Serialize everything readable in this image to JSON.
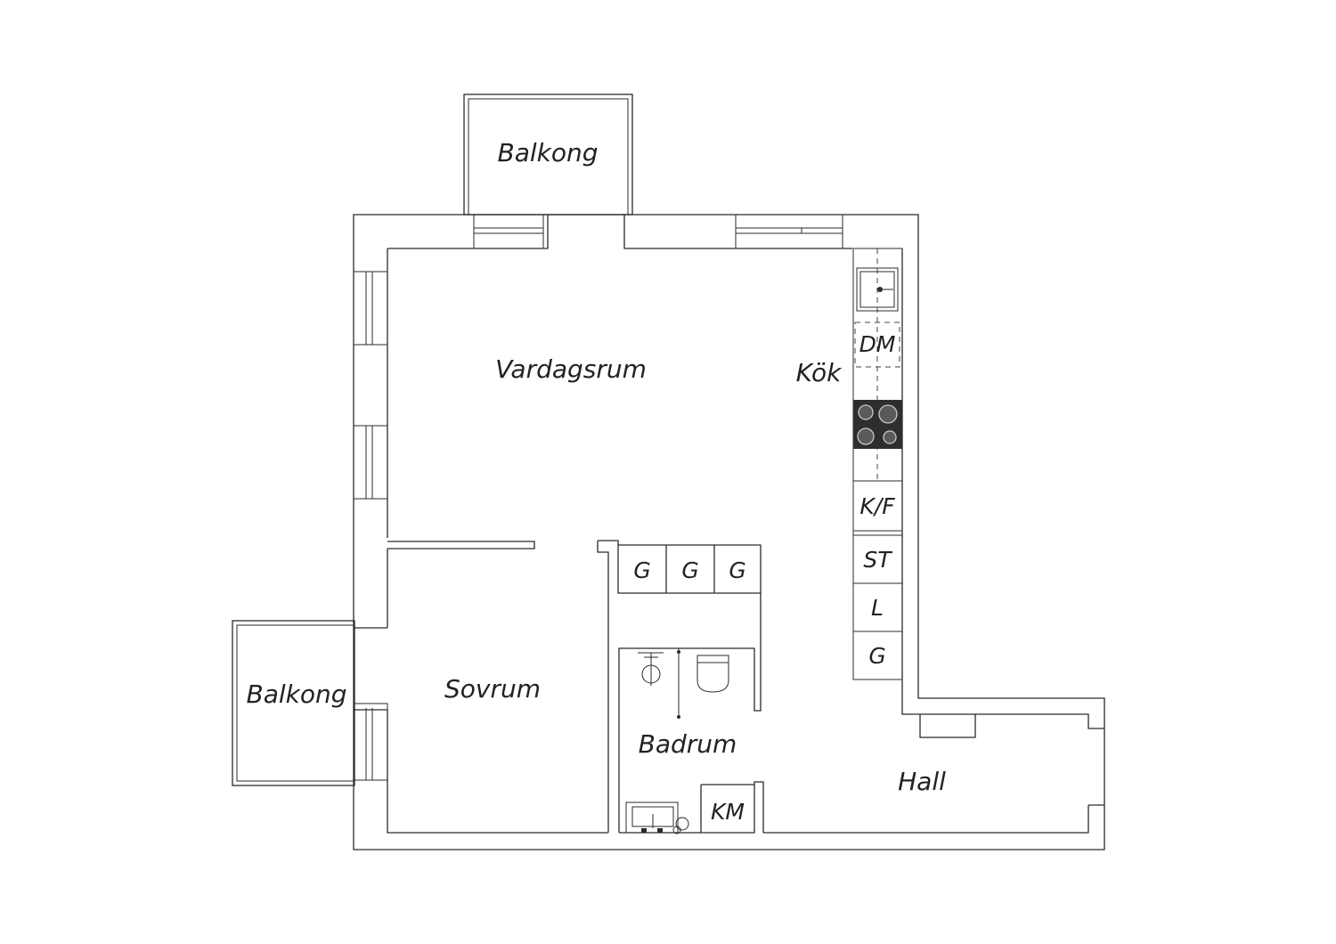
{
  "rooms": {
    "balkong_top": "Balkong",
    "vardagsrum": "Vardagsrum",
    "kok": "Kök",
    "balkong_left": "Balkong",
    "sovrum": "Sovrum",
    "badrum": "Badrum",
    "hall": "Hall"
  },
  "fixtures": {
    "dm": "DM",
    "kf": "K/F",
    "st": "ST",
    "l": "L",
    "g_kitchen": "G",
    "g_wardrobe_1": "G",
    "g_wardrobe_2": "G",
    "g_wardrobe_3": "G",
    "km": "KM"
  },
  "colors": {
    "wall": "#2b2b2b",
    "stove": "#2e2e2e",
    "background": "#ffffff"
  },
  "icons": [
    "sink-icon",
    "stove-icon",
    "shower-icon",
    "toilet-icon",
    "washbasin-icon"
  ]
}
